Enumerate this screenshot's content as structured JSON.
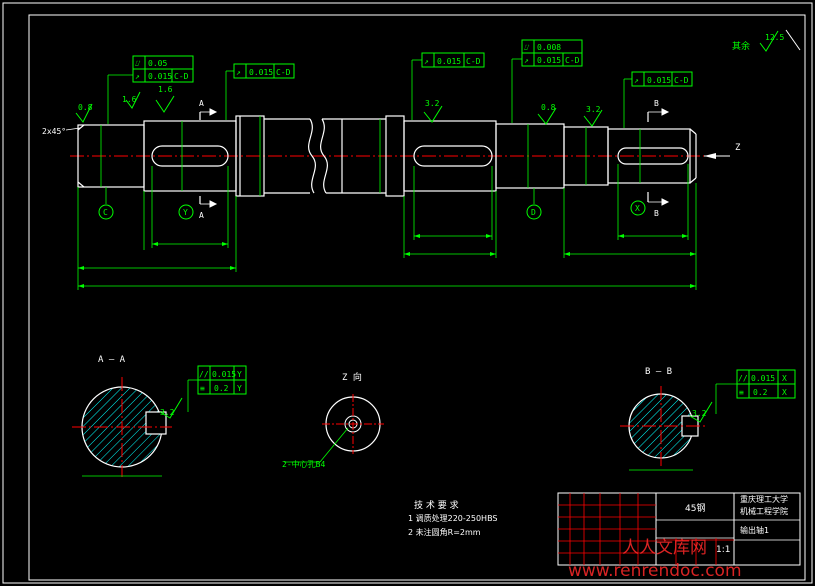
{
  "labels": {
    "general_roughness": "其余",
    "general_roughness_value": "12.5",
    "chamfer": "2x45°",
    "view_A": "A",
    "view_B": "B",
    "view_Z": "Z",
    "datum_C": "C",
    "datum_D": "D",
    "section_AA": "A — A",
    "section_BB": "B — B",
    "view_Z_dir": "Z 向",
    "center_hole_note": "2-中心孔B4",
    "roughness_1": "0.8",
    "roughness_2": "1.6",
    "roughness_3": "3.2",
    "roughness_4": "0.8",
    "roughness_5": "3.2",
    "roughness_6": "1.6",
    "roughness_sec_a": "3.2",
    "roughness_sec_b": "3.2"
  },
  "fcf": {
    "f1_row1_sym": "⌰",
    "f1_row1_val": "0.05",
    "f1_row2_sym": "↗",
    "f1_row2_val": "0.015",
    "f1_row2_ref": "C-D",
    "f2_sym": "↗",
    "f2_val": "0.015",
    "f2_ref": "C-D",
    "f3_sym": "↗",
    "f3_val": "0.015",
    "f3_ref": "C-D",
    "f4_row1_sym": "⌰",
    "f4_row1_val": "0.008",
    "f4_row2_sym": "↗",
    "f4_row2_val": "0.015",
    "f4_row2_ref": "C-D",
    "f5_sym": "↗",
    "f5_val": "0.015",
    "f5_ref": "C-D",
    "sa_row1_sym": "//",
    "sa_row1_val": "0.015",
    "sa_row1_ref": "Y",
    "sa_row2_sym": "≡",
    "sa_row2_val": "0.2",
    "sa_row2_ref": "Y",
    "sb_row1_sym": "//",
    "sb_row1_val": "0.015",
    "sb_row1_ref": "X",
    "sb_row2_sym": "≡",
    "sb_row2_val": "0.2",
    "sb_row2_ref": "X"
  },
  "notes": {
    "title": "技 术 要 求",
    "line1": "1 调质处理220-250HBS",
    "line2": "2 未注圆角R=2mm"
  },
  "title_block": {
    "material": "45钢",
    "school_line1": "重庆理工大学",
    "school_line2": "机械工程学院",
    "part_name": "输出轴1",
    "scale": "1:1"
  },
  "watermark": {
    "cn": "人人文库网",
    "url": "www.renrendoc.com"
  },
  "colors": {
    "background": "#000000",
    "outline": "#ffffff",
    "dimension": "#00ff00",
    "center": "#ff0000",
    "hatch": "#00ffff",
    "border": "#ffffff",
    "watermark": "#ff2a2a"
  }
}
